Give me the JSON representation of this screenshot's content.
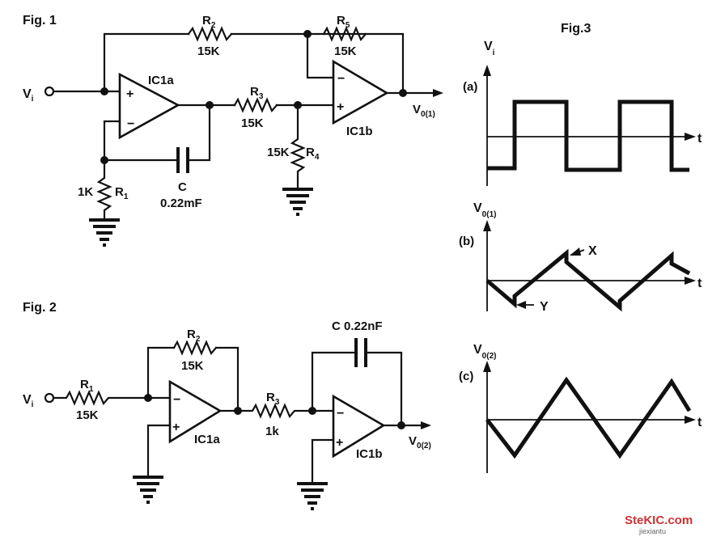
{
  "figures": {
    "fig1_title": "Fig. 1",
    "fig2_title": "Fig. 2",
    "fig3_title": "Fig.3"
  },
  "fig1": {
    "vi": "V",
    "vi_sub": "i",
    "ic1a": "IC1a",
    "ic1b": "IC1b",
    "r2": "R",
    "r2_sub": "2",
    "r2_val": "15K",
    "r5": "R",
    "r5_sub": "5",
    "r5_val": "15K",
    "r3": "R",
    "r3_sub": "3",
    "r3_val": "15K",
    "r4": "R",
    "r4_sub": "4",
    "r4_val": "15K",
    "r1": "R",
    "r1_sub": "1",
    "r1_val": "1K",
    "c": "C",
    "c_val": "0.22mF",
    "vout": "V",
    "vout_sub": "0(1)"
  },
  "fig2": {
    "vi": "V",
    "vi_sub": "i",
    "r1": "R",
    "r1_sub": "1",
    "r1_val": "15K",
    "r2": "R",
    "r2_sub": "2",
    "r2_val": "15K",
    "r3": "R",
    "r3_sub": "3",
    "r3_val": "1k",
    "c": "C 0.22nF",
    "ic1a": "IC1a",
    "ic1b": "IC1b",
    "vout": "V",
    "vout_sub": "0(2)"
  },
  "fig3": {
    "a_label": "(a)",
    "a_signal": "V",
    "a_signal_sub": "i",
    "b_label": "(b)",
    "b_signal": "V",
    "b_signal_sub": "0(1)",
    "c_label": "(c)",
    "c_signal": "V",
    "c_signal_sub": "0(2)",
    "t": "t",
    "mark_x": "X",
    "mark_y": "Y"
  },
  "watermark": {
    "brand": "SteKIC.com",
    "site": "jiexiantu"
  }
}
